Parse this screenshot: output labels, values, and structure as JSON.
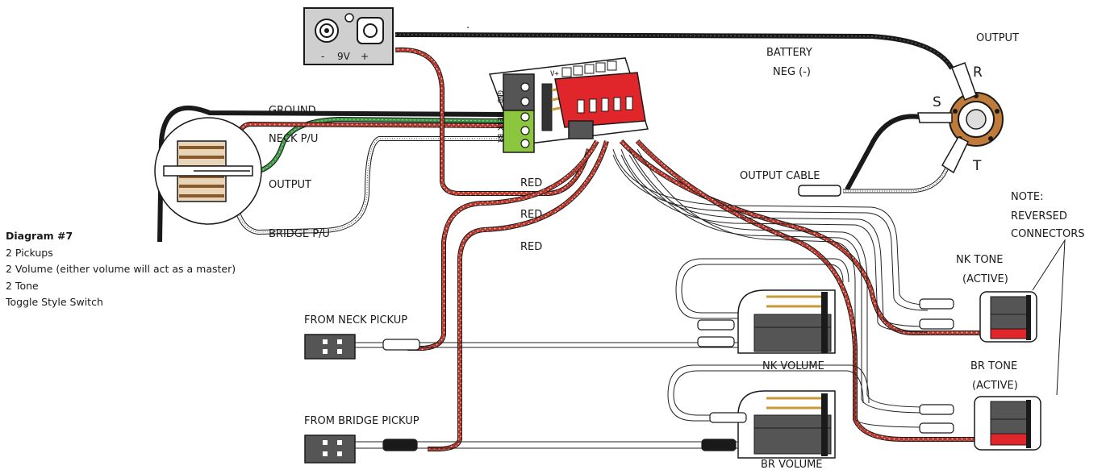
{
  "notes": {
    "title": "Diagram #7",
    "lines": [
      "2 Pickups",
      "2 Volume (either volume will act as a master)",
      "2 Tone",
      "Toggle Style Switch"
    ]
  },
  "battery": {
    "label_minus": "-",
    "label_voltage": "9V",
    "label_plus": "+"
  },
  "board": {
    "label_vplus": "V+",
    "label_gnd": "GND",
    "label_neck": "NECK",
    "label_br": "BR"
  },
  "jack": {
    "output_label": "OUTPUT",
    "r_label": "R",
    "s_label": "S",
    "t_label": "T"
  },
  "wires": {
    "battery_neg": [
      "BATTERY",
      "NEG (-)"
    ],
    "ground": "GROUND",
    "neck_pu": "NECK P/U",
    "output": "OUTPUT",
    "bridge_pu": "BRIDGE P/U",
    "red_1": "RED",
    "red_2": "RED",
    "red_3": "RED",
    "output_cable": "OUTPUT CABLE"
  },
  "pickups": {
    "neck": "FROM NECK PICKUP",
    "bridge": "FROM BRIDGE PICKUP"
  },
  "pots": {
    "nk_volume": "NK VOLUME",
    "br_volume": "BR VOLUME",
    "nk_tone": [
      "NK TONE",
      "(ACTIVE)"
    ],
    "br_tone": [
      "BR TONE",
      "(ACTIVE)"
    ]
  },
  "note": [
    "NOTE:",
    "REVERSED",
    "CONNECTORS"
  ],
  "stray_mark": ".",
  "colors": {
    "red_wire": "#b8352b",
    "red_pattern": "#e8b8a8",
    "green_wire": "#3f9a48",
    "black_wire": "#1a1a1a",
    "red_connector": "#e0262b",
    "green_terminal": "#8cc63f",
    "jack_ring": "#c07a3a",
    "battery_fill": "#cfcfcf",
    "connector_gray": "#555555"
  }
}
